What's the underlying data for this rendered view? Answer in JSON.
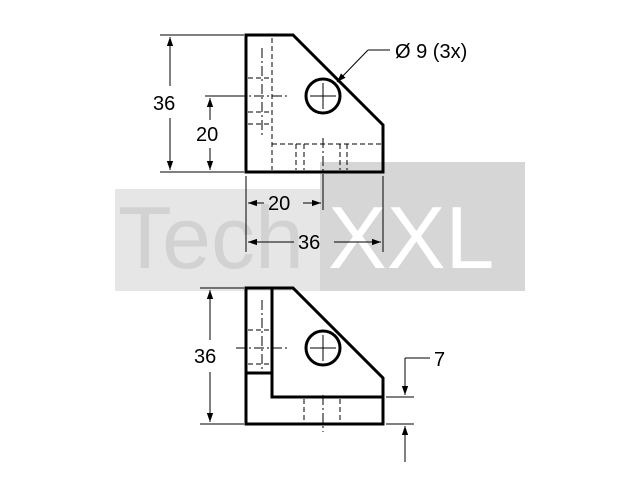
{
  "watermark": {
    "left_text": "Tech",
    "right_text": "XXL",
    "colors": {
      "left_box": "#e6e6e6",
      "right_box": "#d6d6d6",
      "left_text": "#d2d2d2",
      "right_text": "#ffffff"
    }
  },
  "top_view": {
    "hole_callout": "Ø 9 (3x)",
    "height_total": "36",
    "hole_height": "20",
    "hole_offset": "20",
    "width_total": "36"
  },
  "bottom_view": {
    "height_total": "36",
    "base_thickness": "7"
  },
  "colors": {
    "line": "#000000",
    "background": "#ffffff"
  }
}
